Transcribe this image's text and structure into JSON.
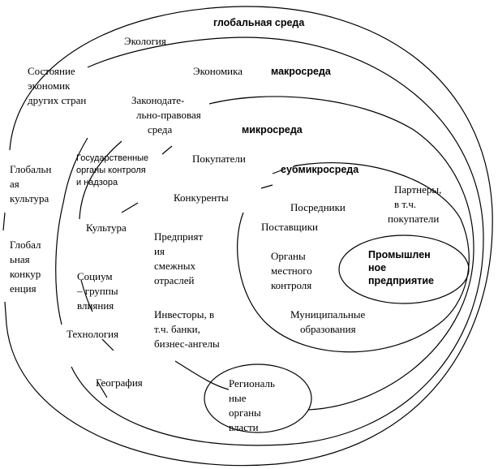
{
  "zones": {
    "global": "глобальная среда",
    "macro": "макросреда",
    "micro": "микросреда",
    "submicro": "субмикросреда"
  },
  "global_factors": {
    "ecology": "Экология",
    "other_economies": [
      "Состояние",
      "экономик",
      "других  стран"
    ],
    "global_culture": [
      "Глобальн",
      "ая",
      "культура"
    ],
    "global_competition": [
      "Глобал",
      "ьная",
      "конкур",
      "енция"
    ]
  },
  "macro_factors": {
    "economy": "Экономика",
    "legislation": [
      "Законодате-",
      "льно-правовая",
      "среда"
    ],
    "state_control": [
      "Государственные",
      "органы контроля",
      "и надзора"
    ],
    "culture": "Культура",
    "society": [
      "Социум",
      "– группы",
      "влияния"
    ],
    "technology": "Технология",
    "geography": "География"
  },
  "micro_factors": {
    "buyers": "Покупатели",
    "competitors": "Конкуренты",
    "related_industries": [
      "Предприят",
      "ия",
      "смежных",
      "отраслей"
    ],
    "investors": [
      "Инвесторы, в",
      "т.ч. банки,",
      "бизнес-ангелы"
    ]
  },
  "submicro_factors": {
    "intermediaries": "Посредники",
    "suppliers": "Поставщики",
    "partners": [
      "Партнеры,",
      "в т.ч.",
      "покупатели"
    ],
    "local_control": [
      "Органы",
      "местного",
      "контроля"
    ],
    "municipal": [
      "Муниципальные",
      "образования"
    ]
  },
  "center": [
    "Промышлен",
    "ное",
    "предприятие"
  ],
  "regional": [
    "Региональ",
    "ные",
    "органы",
    "власти"
  ]
}
